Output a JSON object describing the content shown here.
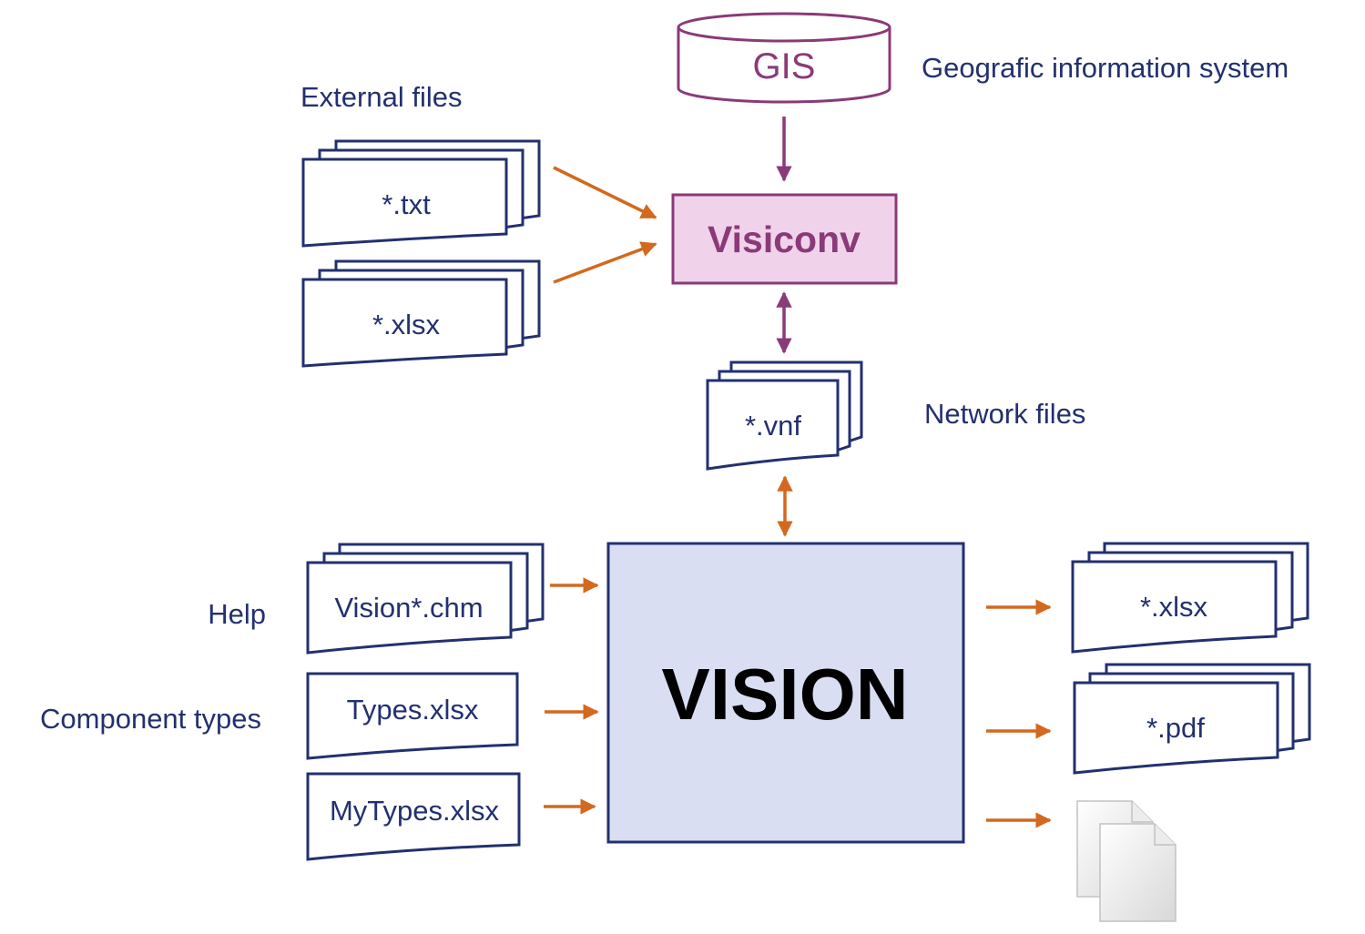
{
  "gis": {
    "label": "GIS",
    "description": "Geografic information system"
  },
  "visiconv": {
    "label": "Visiconv"
  },
  "vision": {
    "label": "VISION"
  },
  "labels": {
    "external_files": "External files",
    "network_files": "Network files",
    "help": "Help",
    "component_types": "Component types"
  },
  "docs": {
    "txt": "*.txt",
    "xlsx_in": "*.xlsx",
    "vnf": "*.vnf",
    "chm": "Vision*.chm",
    "types": "Types.xlsx",
    "mytypes": "MyTypes.xlsx",
    "xlsx_out": "*.xlsx",
    "pdf": "*.pdf"
  },
  "colors": {
    "navy": "#233070",
    "purple": "#8a3a78",
    "orange": "#d2691e",
    "visiconv_fill": "#f0d3ea",
    "vision_fill": "#d9def3"
  },
  "icons": {
    "output_files": "document-copy-icon"
  }
}
